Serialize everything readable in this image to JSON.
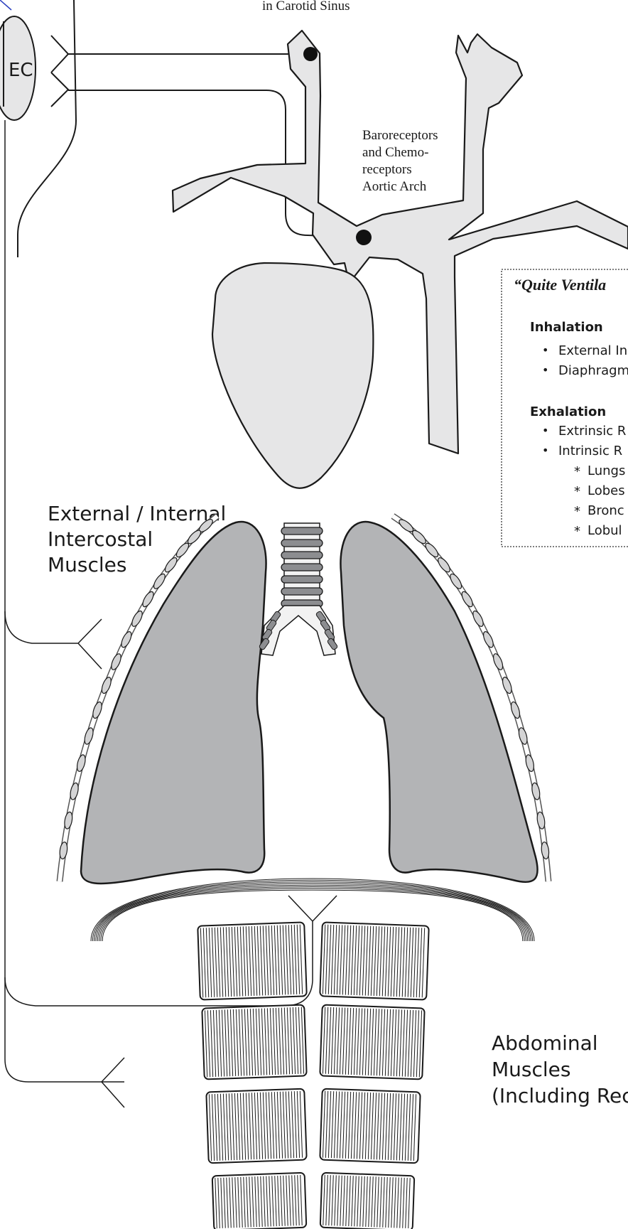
{
  "labels": {
    "carotid": "in Carotid Sinus",
    "ec": "EC",
    "aortic": [
      "Baroreceptors",
      "and Chemo-",
      "receptors",
      "Aortic Arch"
    ],
    "intercostal": [
      "External / Internal",
      "Intercostal",
      "Muscles"
    ],
    "abdominal": [
      "Abdominal",
      "Muscles",
      "(Including Rect"
    ]
  },
  "panel": {
    "title": "“Quite Ventila",
    "inhalation_heading": "Inhalation",
    "inhalation_items": [
      "External In",
      "Diaphragm"
    ],
    "exhalation_heading": "Exhalation",
    "exhalation_items": [
      "Extrinsic R",
      "Intrinsic R"
    ],
    "sub_items": [
      "Lungs",
      "Lobes",
      "Bronc",
      "Lobul"
    ]
  },
  "colors": {
    "organ_fill": "#e6e6e7",
    "lung_fill": "#b3b4b6",
    "line": "#1a1a1a",
    "trachea_dark": "#8c8d90",
    "accent_line": "#2a3fbf"
  }
}
